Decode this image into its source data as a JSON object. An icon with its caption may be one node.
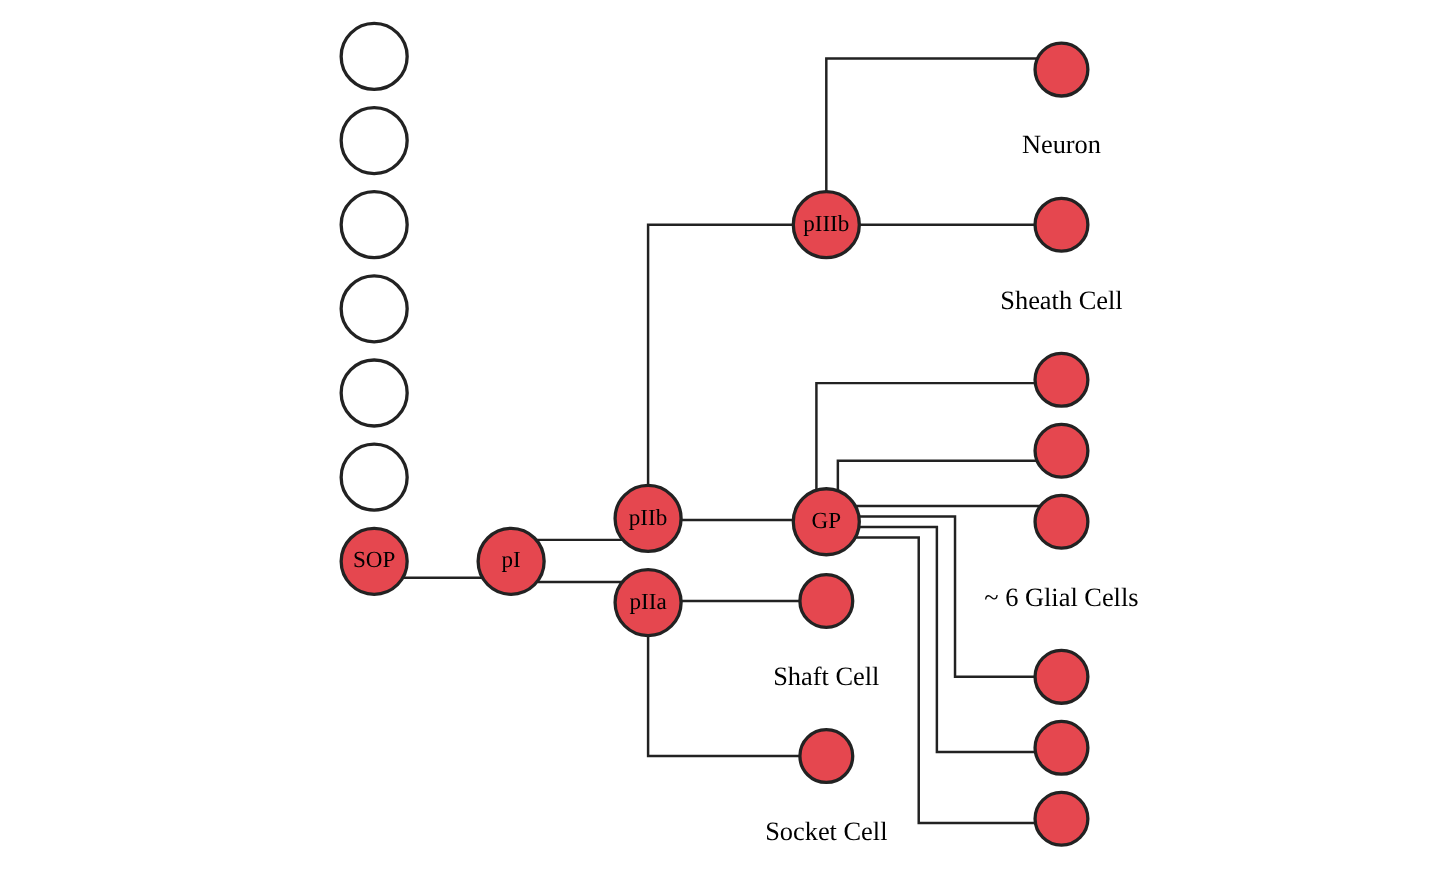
{
  "diagram": {
    "nodes": [
      {
        "text": [],
        "shape": "circle"
      },
      {
        "text": [],
        "shape": "circle"
      },
      {
        "text": [],
        "shape": "circle"
      },
      {
        "text": [],
        "shape": "circle"
      },
      {
        "text": [],
        "shape": "circle"
      },
      {
        "text": [],
        "shape": "circle"
      },
      {
        "text": [
          "SOP"
        ]
      },
      {
        "text": [
          "pI"
        ]
      },
      {
        "text": [
          "pIIb"
        ]
      },
      {
        "text": [
          "pIIIb"
        ]
      },
      {
        "text": [
          "pIIa"
        ]
      },
      {
        "text": [
          "GP"
        ]
      },
      {
        "text": [],
        "shape": "circle"
      },
      {
        "text": [],
        "shape": "circle"
      },
      {
        "text": [],
        "shape": "circle"
      },
      {
        "text": [],
        "shape": "circle"
      },
      {
        "text": [],
        "shape": "circle"
      },
      {
        "text": [],
        "shape": "circle"
      },
      {
        "text": [],
        "shape": "circle",
        "beside": [
          "Neuron"
        ]
      },
      {
        "text": [],
        "shape": "circle",
        "beside": [
          "Sheath Cell"
        ]
      },
      {
        "text": [],
        "shape": "circle",
        "beside": [
          "Shaft Cell"
        ]
      },
      {
        "text": [],
        "shape": "circle",
        "beside": [
          "Socket Cell"
        ]
      }
    ],
    "edges": [
      {
        "from": 6,
        "to": 7,
        "arrow": "none"
      },
      {
        "from": 7,
        "to": 8,
        "arrow": "none"
      },
      {
        "from": 7,
        "to": 10,
        "arrow": "none"
      },
      {
        "from": 8,
        "to": 11,
        "arrow": "none"
      },
      {
        "from": 8,
        "to": 9,
        "arrow": "none"
      },
      {
        "from": 11,
        "to": 12,
        "arrow": "none"
      },
      {
        "from": 11,
        "to": 13,
        "arrow": "none"
      },
      {
        "from": 11,
        "to": 14,
        "arrow": "none"
      },
      {
        "from": 11,
        "to": 15,
        "arrow": "none"
      },
      {
        "from": 11,
        "to": 16,
        "arrow": "none"
      },
      {
        "from": 11,
        "to": 17,
        "arrow": "none"
      },
      {
        "from": 9,
        "to": 18,
        "arrow": "none"
      },
      {
        "from": 9,
        "to": 19,
        "arrow": "none"
      },
      {
        "from": 10,
        "to": 20,
        "arrow": "none"
      },
      {
        "from": 10,
        "to": 21,
        "arrow": "none"
      }
    ],
    "labels": [
      "~ 6 Glial Cells"
    ]
  }
}
